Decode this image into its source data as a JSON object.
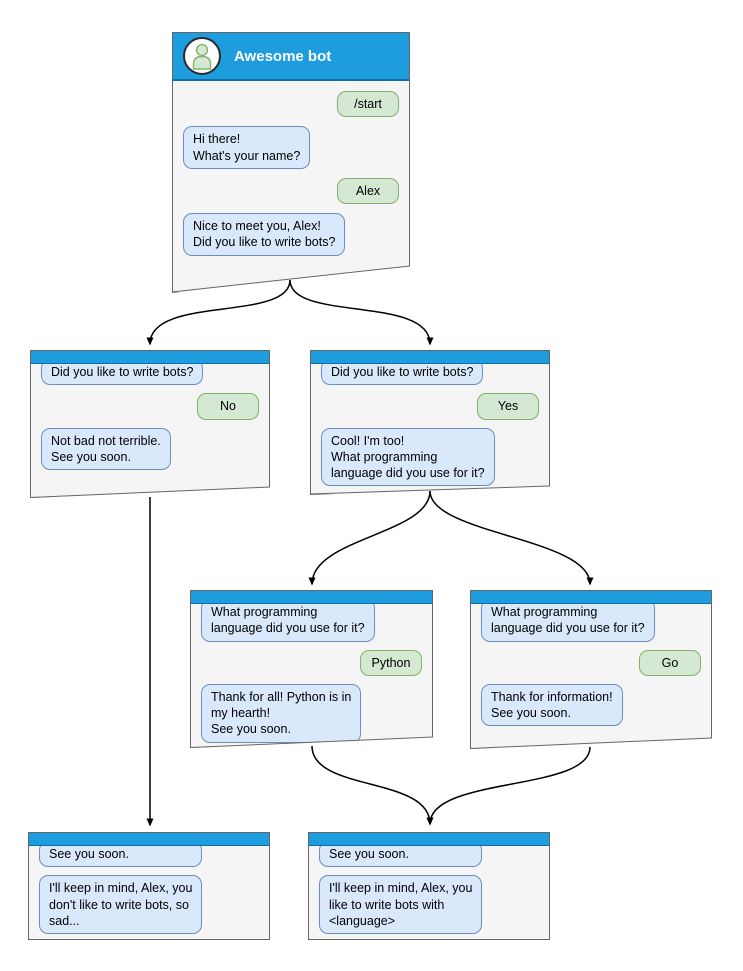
{
  "colors": {
    "titlebar_blue": "#1e9dde",
    "titlebar_edge": "#0f6ea8",
    "window_fill": "#f5f5f5",
    "window_border": "#666666",
    "bot_bubble_fill": "#dae8fc",
    "bot_bubble_border": "#6c8ebf",
    "user_bubble_fill": "#d5e8d4",
    "user_bubble_border": "#82b366",
    "arrow": "#000000"
  },
  "windows": {
    "main": {
      "title": "Awesome bot",
      "avatar_icon": "person-icon",
      "messages": [
        {
          "side": "right",
          "text": "/start"
        },
        {
          "side": "left",
          "text": "Hi there!\nWhat's your name?"
        },
        {
          "side": "right",
          "text": "Alex"
        },
        {
          "side": "left",
          "text": "Nice to meet you, Alex!\nDid you like to write bots?"
        }
      ]
    },
    "no_branch": {
      "messages": [
        {
          "side": "left",
          "text": "Did you like to write bots?"
        },
        {
          "side": "right",
          "text": "No"
        },
        {
          "side": "left",
          "text": "Not bad not terrible.\nSee you soon."
        }
      ]
    },
    "yes_branch": {
      "messages": [
        {
          "side": "left",
          "text": "Did you like to write bots?"
        },
        {
          "side": "right",
          "text": "Yes"
        },
        {
          "side": "left",
          "text": "Cool! I'm too!\nWhat programming\nlanguage did you use for it?"
        }
      ]
    },
    "python_branch": {
      "messages": [
        {
          "side": "left",
          "text": "What programming\nlanguage did you use for it?"
        },
        {
          "side": "right",
          "text": "Python"
        },
        {
          "side": "left",
          "text": "Thank for all! Python is in\nmy hearth!\nSee you soon."
        }
      ]
    },
    "go_branch": {
      "messages": [
        {
          "side": "left",
          "text": "What programming\nlanguage did you use for it?"
        },
        {
          "side": "right",
          "text": "Go"
        },
        {
          "side": "left",
          "text": "Thank for information!\nSee you soon."
        }
      ]
    },
    "end_no": {
      "messages": [
        {
          "side": "left",
          "text": "See you soon."
        },
        {
          "side": "left",
          "text": "I'll keep in mind, Alex, you\ndon't like to write bots, so\nsad..."
        }
      ]
    },
    "end_language": {
      "messages": [
        {
          "side": "left",
          "text": "See you soon."
        },
        {
          "side": "left",
          "text": "I'll keep in mind, Alex, you\nlike to write bots with\n<language>"
        }
      ]
    }
  },
  "edges": [
    {
      "from": "awesome-bot",
      "to": "no-branch"
    },
    {
      "from": "awesome-bot",
      "to": "yes-branch"
    },
    {
      "from": "no-branch",
      "to": "end-no"
    },
    {
      "from": "yes-branch",
      "to": "python-branch"
    },
    {
      "from": "yes-branch",
      "to": "go-branch"
    },
    {
      "from": "python-branch",
      "to": "end-language"
    },
    {
      "from": "go-branch",
      "to": "end-language"
    }
  ]
}
